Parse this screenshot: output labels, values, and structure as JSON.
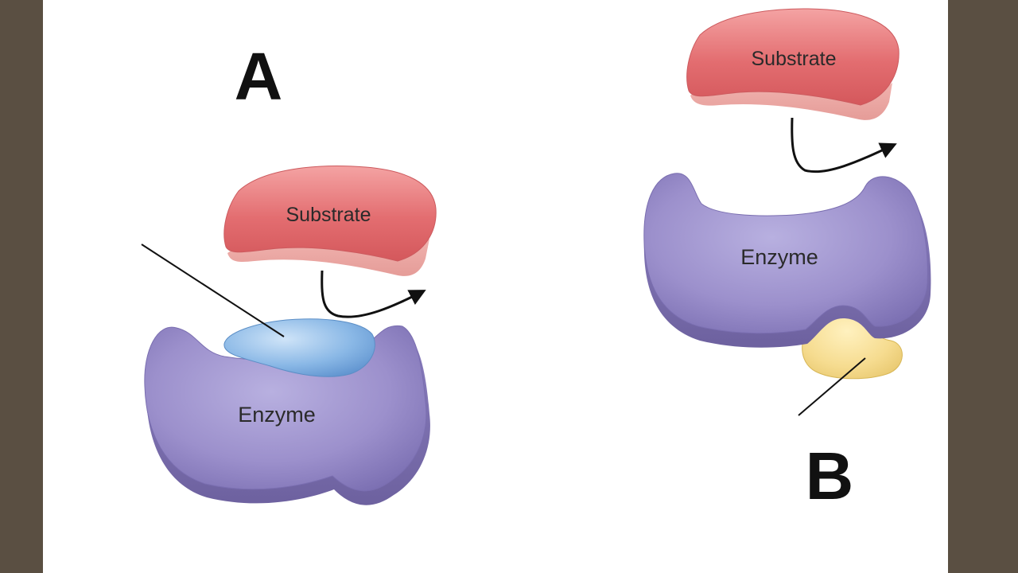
{
  "panel_a": {
    "letter": "A",
    "substrate_label": "Substrate",
    "enzyme_label": "Enzyme"
  },
  "panel_b": {
    "letter": "B",
    "substrate_label": "Substrate",
    "enzyme_label": "Enzyme"
  },
  "colors": {
    "frame_border": "#5a4f42",
    "background": "#ffffff",
    "substrate": "#e8767a",
    "enzyme": "#9c8fc8",
    "blue_inhibitor": "#8ab8e6",
    "yellow_inhibitor": "#f3d98a",
    "letters": "#111111"
  }
}
